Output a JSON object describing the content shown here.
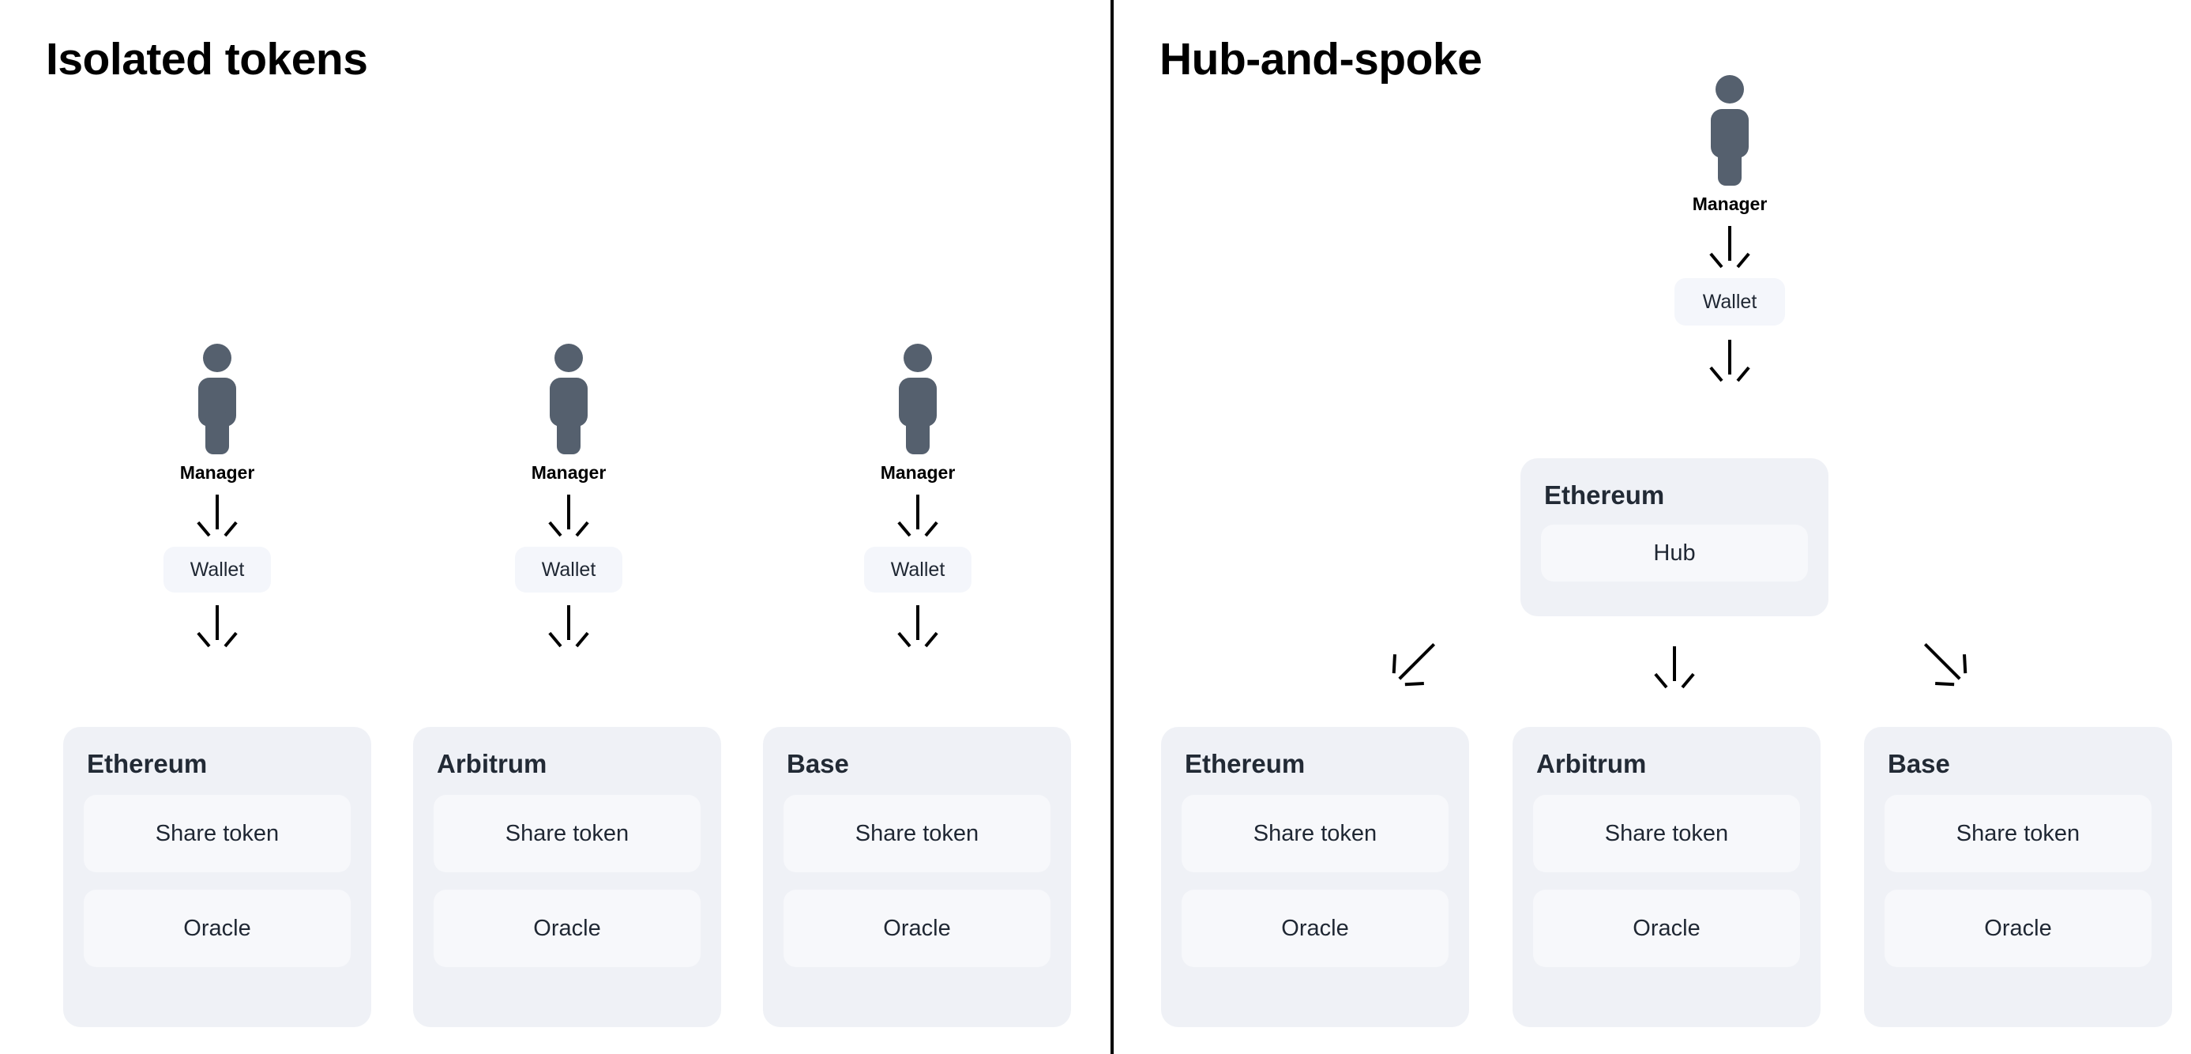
{
  "colors": {
    "person": "#55606e",
    "card_bg": "#eff1f6",
    "sub_box_bg": "#f7f8fb",
    "wallet_bg": "#f4f6fb",
    "text": "#1f2733",
    "heading": "#000000",
    "divider": "#000000"
  },
  "panels": {
    "left": {
      "title": "Isolated tokens",
      "columns": [
        {
          "actor": "Manager",
          "wallet": "Wallet",
          "chain": "Ethereum",
          "components": [
            "Share token",
            "Oracle"
          ]
        },
        {
          "actor": "Manager",
          "wallet": "Wallet",
          "chain": "Arbitrum",
          "components": [
            "Share token",
            "Oracle"
          ]
        },
        {
          "actor": "Manager",
          "wallet": "Wallet",
          "chain": "Base",
          "components": [
            "Share token",
            "Oracle"
          ]
        }
      ]
    },
    "right": {
      "title": "Hub-and-spoke",
      "actor": "Manager",
      "wallet": "Wallet",
      "hub": {
        "chain": "Ethereum",
        "component": "Hub"
      },
      "spokes": [
        {
          "chain": "Ethereum",
          "components": [
            "Share token",
            "Oracle"
          ]
        },
        {
          "chain": "Arbitrum",
          "components": [
            "Share token",
            "Oracle"
          ]
        },
        {
          "chain": "Base",
          "components": [
            "Share token",
            "Oracle"
          ]
        }
      ]
    }
  },
  "icons": {
    "person": "person-icon",
    "arrow_down": "arrow-down-icon",
    "arrow_down_left": "arrow-down-left-icon",
    "arrow_down_right": "arrow-down-right-icon"
  }
}
